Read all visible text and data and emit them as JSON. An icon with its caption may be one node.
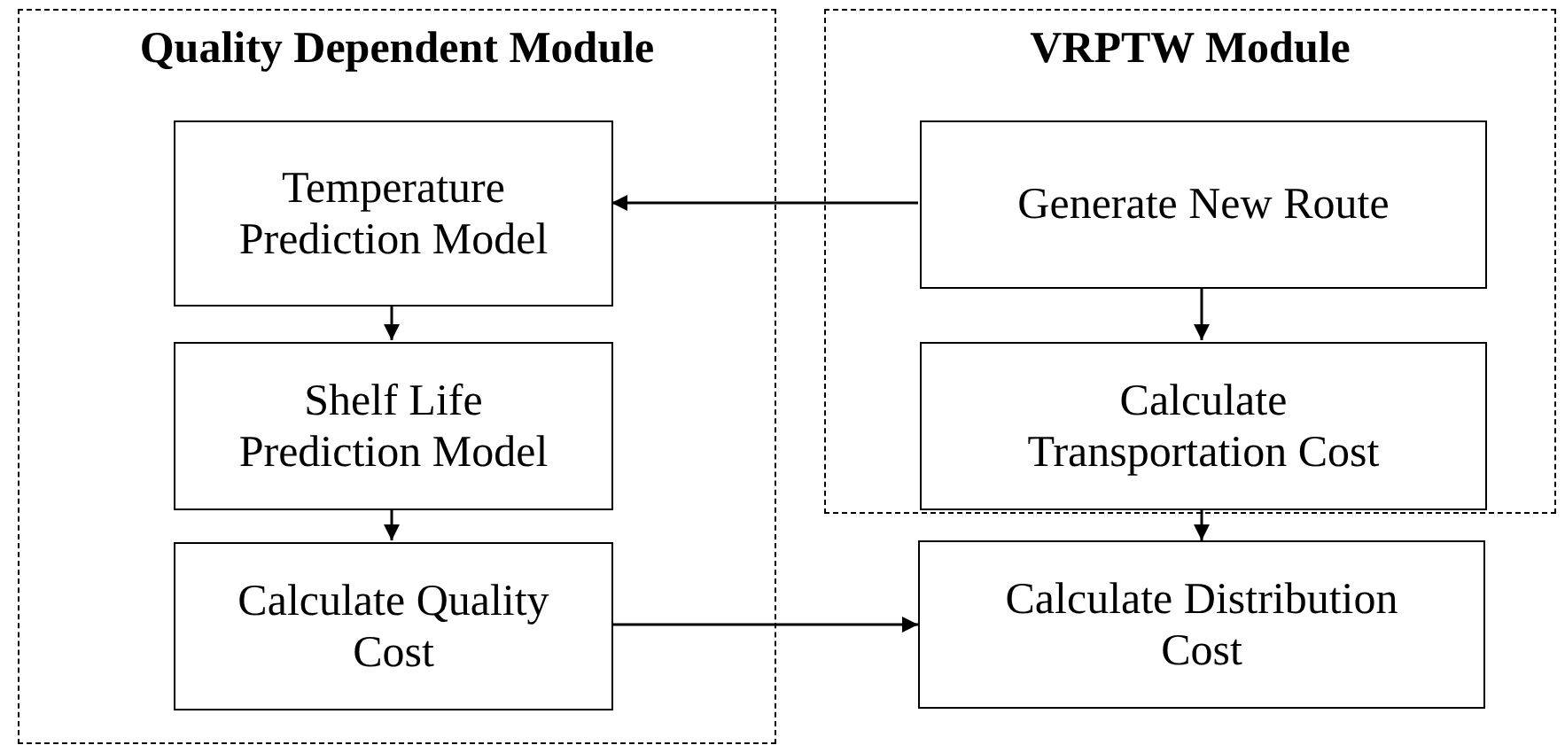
{
  "diagram": {
    "nodes": [
      {
        "text": [
          "Quality Dependent Module"
        ]
      },
      {
        "text": [
          "Temperature Prediction Model"
        ],
        "in": 0
      },
      {
        "text": [
          "Shelf Life Prediction Model"
        ],
        "in": 0
      },
      {
        "text": [
          "Calculate Quality Cost"
        ],
        "in": 0
      },
      {
        "text": [
          "VRPTW Module"
        ]
      },
      {
        "text": [
          "Generate New Route"
        ],
        "in": 4
      },
      {
        "text": [
          "Calculate Transportation Cost"
        ],
        "in": 4
      },
      {
        "text": [
          "Calculate Distribution Cost"
        ]
      }
    ],
    "edges": [
      {
        "from": 5,
        "to": 1,
        "arrow": "to"
      },
      {
        "from": 1,
        "to": 2,
        "arrow": "to"
      },
      {
        "from": 2,
        "to": 3,
        "arrow": "to"
      },
      {
        "from": 5,
        "to": 6,
        "arrow": "to"
      },
      {
        "from": 6,
        "to": 7,
        "arrow": "to"
      },
      {
        "from": 3,
        "to": 7,
        "arrow": "to"
      }
    ]
  }
}
